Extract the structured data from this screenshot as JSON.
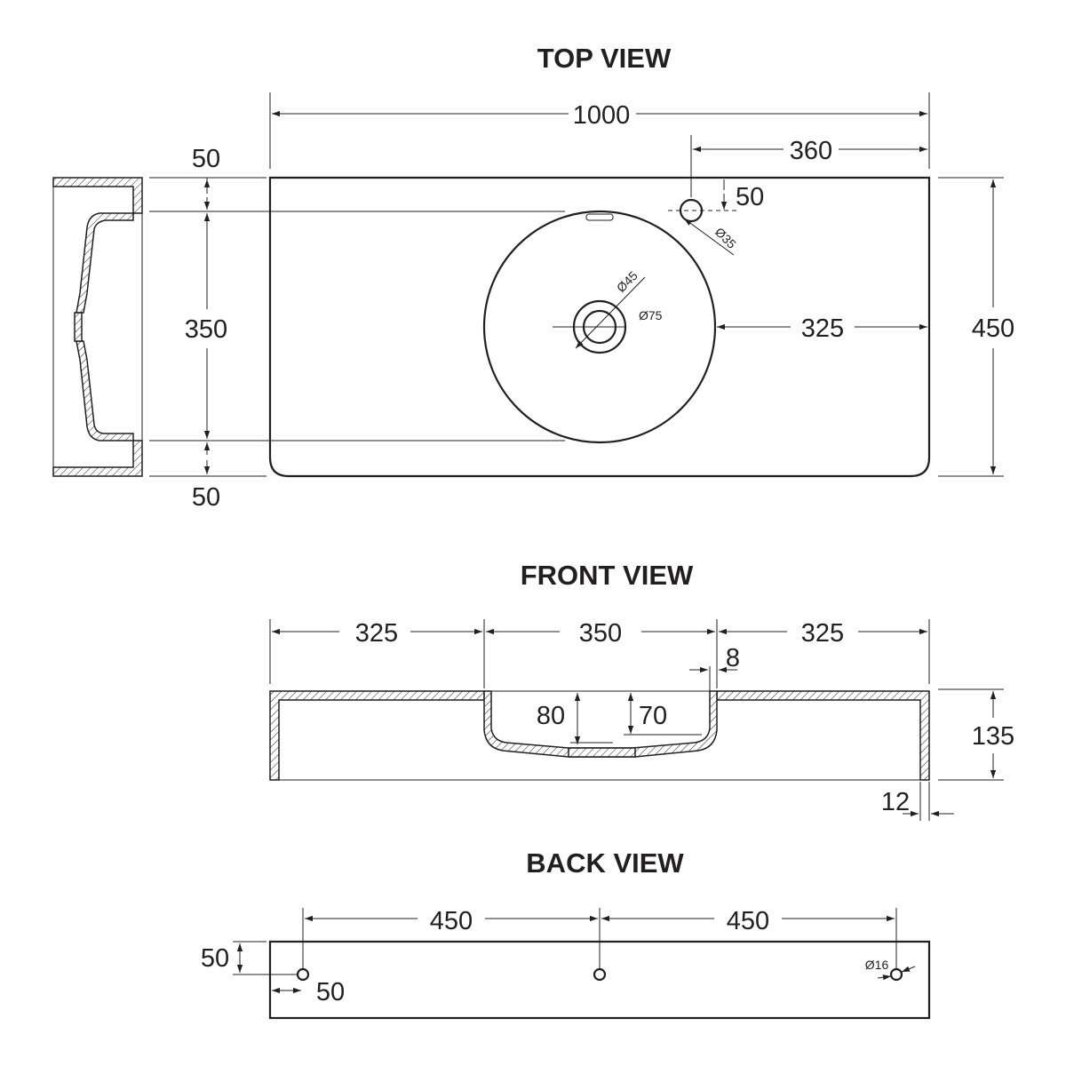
{
  "views": {
    "top": {
      "title": "TOP VIEW",
      "dims": {
        "overall_width": "1000",
        "tap_hole_offset": "360",
        "tap_hole_from_back": "50",
        "tap_hole_dia": "Ø35",
        "bowl_to_edge": "325",
        "overall_depth": "450",
        "waste_inner_dia": "Ø45",
        "waste_outer_dia": "Ø75",
        "side_top_margin": "50",
        "side_bowl_depth": "350",
        "side_bottom_margin": "50"
      }
    },
    "front": {
      "title": "FRONT VIEW",
      "dims": {
        "left_width": "325",
        "bowl_width": "350",
        "right_width": "325",
        "wall_thickness": "8",
        "bowl_depth_center": "80",
        "bowl_depth_edge": "70",
        "overall_height": "135",
        "skirt_thickness": "12"
      }
    },
    "back": {
      "title": "BACK VIEW",
      "dims": {
        "hole_spacing_left": "450",
        "hole_spacing_right": "450",
        "hole_from_top": "50",
        "hole_from_side": "50",
        "hole_dia": "Ø16"
      }
    }
  }
}
